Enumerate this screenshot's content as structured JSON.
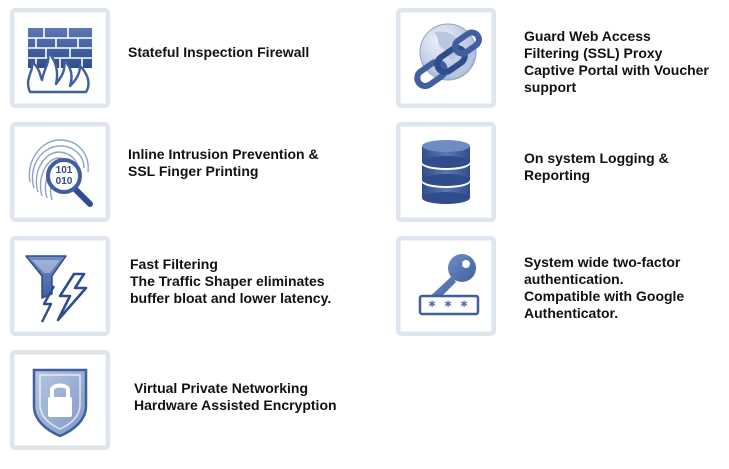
{
  "features": {
    "firewall": {
      "lines": [
        "Stateful Inspection Firewall"
      ],
      "icon": "firewall-icon"
    },
    "intrusion": {
      "lines": [
        "Inline Intrusion Prevention &",
        "SSL Finger Printing"
      ],
      "icon": "fingerprint-binary-icon"
    },
    "filtering": {
      "lines": [
        "Fast Filtering",
        "The Traffic Shaper eliminates",
        "buffer bloat and lower latency."
      ],
      "icon": "funnel-lightning-icon"
    },
    "vpn": {
      "lines": [
        "Virtual Private Networking",
        "Hardware Assisted Encryption"
      ],
      "icon": "shield-lock-icon"
    },
    "web_access": {
      "lines": [
        "Guard Web Access",
        "Filtering (SSL) Proxy",
        "Captive Portal with Voucher",
        "support"
      ],
      "icon": "globe-chain-icon"
    },
    "logging": {
      "lines": [
        "On system Logging &",
        "Reporting"
      ],
      "icon": "database-icon"
    },
    "twofactor": {
      "lines": [
        "System wide two-factor",
        "authentication.",
        "Compatible with Google",
        "Authenticator."
      ],
      "icon": "key-password-icon"
    }
  },
  "colors": {
    "primary": "#3f5f9e",
    "light": "#9fb3d6",
    "tile_border": "#dfe5ec"
  }
}
